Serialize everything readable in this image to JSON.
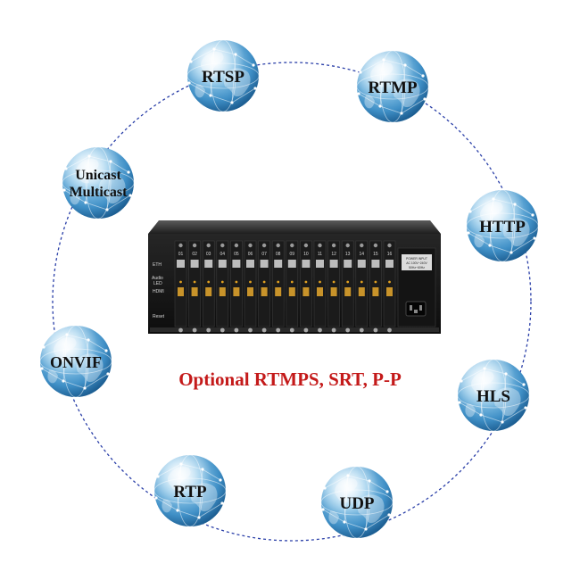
{
  "protocols": {
    "rtsp": "RTSP",
    "rtmp": "RTMP",
    "unicast": "Unicast",
    "multicast": "Multicast",
    "http": "HTTP",
    "onvif": "ONVIF",
    "hls": "HLS",
    "rtp": "RTP",
    "udp": "UDP"
  },
  "caption": "Optional RTMPS, SRT, P-P",
  "device": {
    "port_numbers": [
      "01",
      "02",
      "03",
      "04",
      "05",
      "06",
      "07",
      "08",
      "09",
      "10",
      "11",
      "12",
      "13",
      "14",
      "15",
      "16"
    ],
    "row_labels": {
      "eth": "ETH",
      "audio": "Audio",
      "led": "LED",
      "hdmi": "HDMI",
      "reset": "Reset"
    },
    "power_label_1": "POWER INPUT",
    "power_label_2": "AC 100V~240V",
    "power_label_3": "50Hz~60Hz"
  },
  "colors": {
    "caption": "#c41a1a",
    "circle": "#2a3fa8",
    "globe": "#5fa8d6",
    "chassis": "#161616"
  }
}
